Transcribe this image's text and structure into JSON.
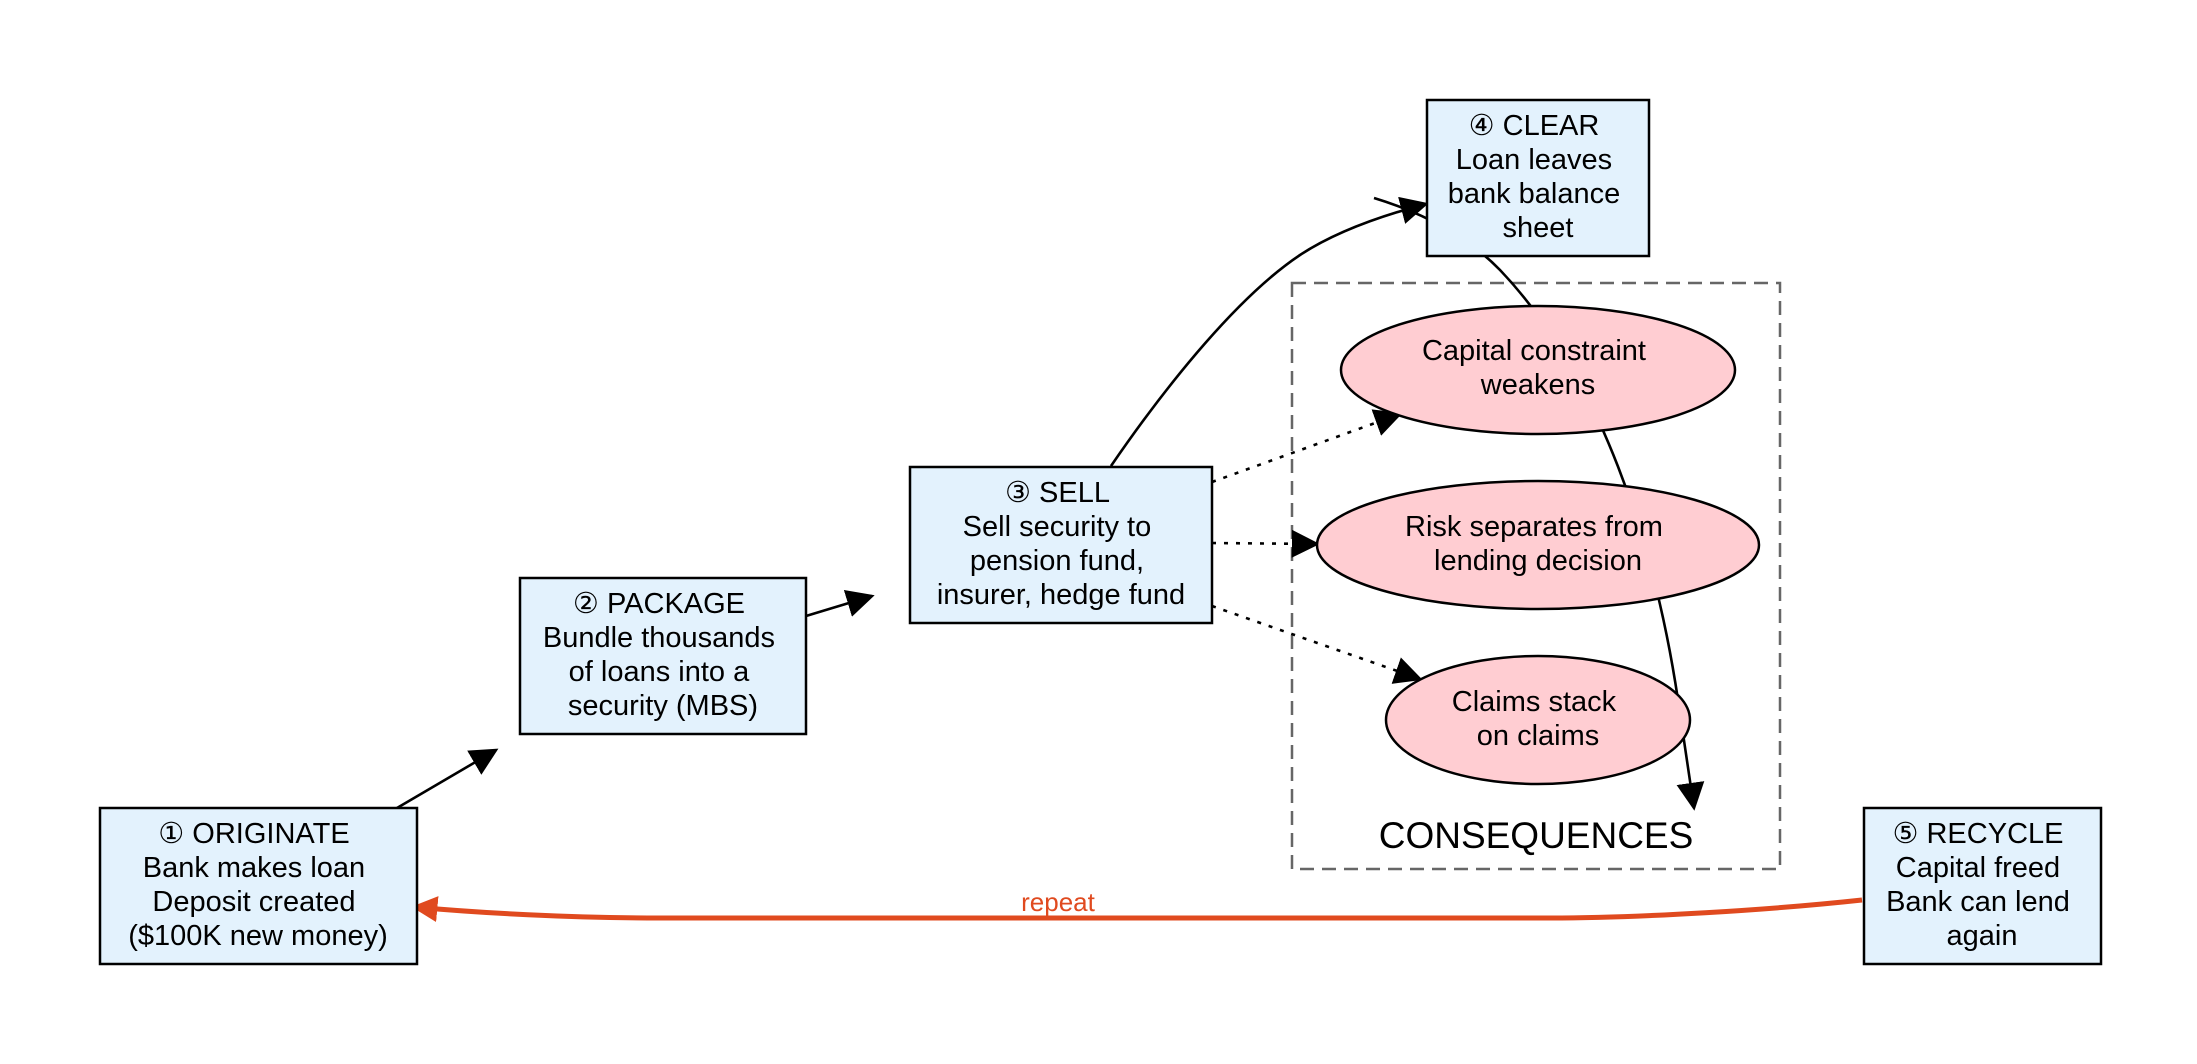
{
  "colors": {
    "step_fill": "#e3f2fd",
    "consequence_fill": "#ffcdd2",
    "cluster_stroke": "#666666",
    "repeat_edge": "#e04a1f"
  },
  "nodes": {
    "originate": {
      "lines": [
        "① ORIGINATE",
        "Bank makes loan",
        "Deposit created",
        "($100K new money)"
      ]
    },
    "package": {
      "lines": [
        "② PACKAGE",
        "Bundle thousands",
        "of loans into a",
        "security (MBS)"
      ]
    },
    "sell": {
      "lines": [
        "③ SELL",
        "Sell security to",
        "pension fund,",
        "insurer, hedge fund"
      ]
    },
    "clear": {
      "lines": [
        "④ CLEAR",
        "Loan leaves",
        "bank balance",
        "sheet"
      ]
    },
    "recycle": {
      "lines": [
        "⑤ RECYCLE",
        "Capital freed",
        "Bank can lend",
        "again"
      ]
    }
  },
  "consequences": {
    "label": "CONSEQUENCES",
    "items": [
      {
        "lines": [
          "Capital constraint",
          "weakens"
        ]
      },
      {
        "lines": [
          "Risk separates from",
          "lending decision"
        ]
      },
      {
        "lines": [
          "Claims stack",
          "on claims"
        ]
      }
    ]
  },
  "edges": {
    "repeat_label": "repeat"
  }
}
